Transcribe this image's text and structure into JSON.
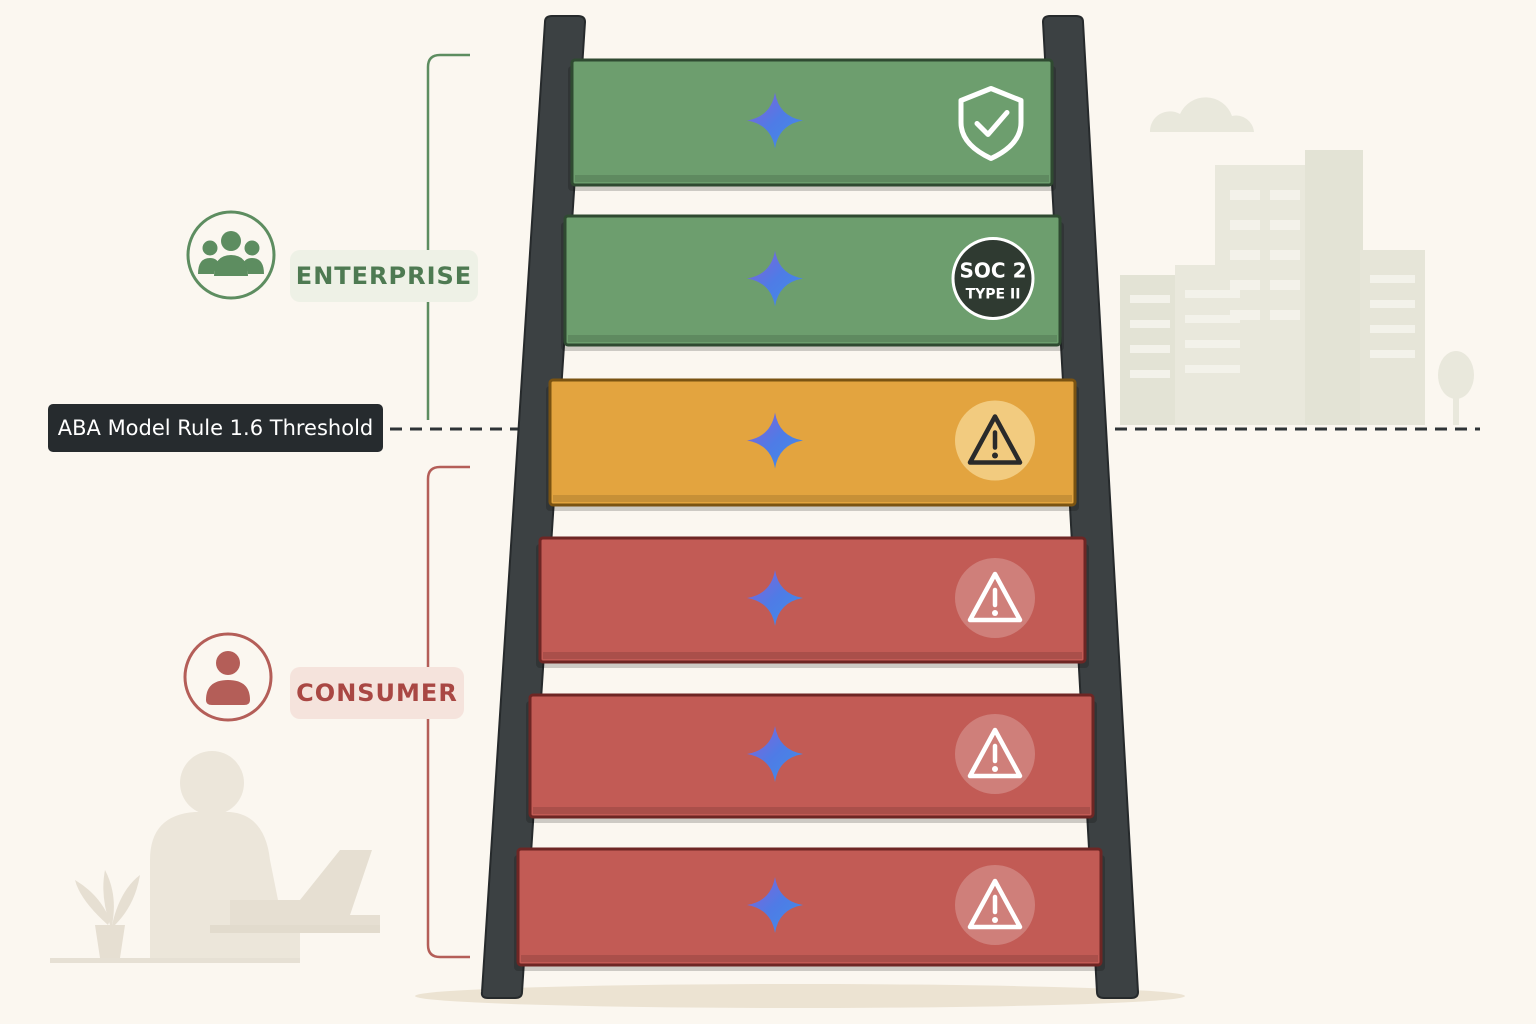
{
  "segments": {
    "enterprise_label": "ENTERPRISE",
    "consumer_label": "CONSUMER"
  },
  "threshold": {
    "label": "ABA Model Rule 1.6 Threshold"
  },
  "badges": {
    "soc_line1": "SOC 2",
    "soc_line2": "TYPE II"
  },
  "colors": {
    "enterprise": "#6d9e6e",
    "threshold": "#e3a43f",
    "consumer": "#c25b55",
    "rail": "#3c4143",
    "star": "#5a79e0"
  },
  "rungs": [
    {
      "tier": "enterprise",
      "icon": "shield-check-icon"
    },
    {
      "tier": "enterprise",
      "icon": "soc2-badge-icon"
    },
    {
      "tier": "threshold",
      "icon": "warning-icon"
    },
    {
      "tier": "consumer",
      "icon": "warning-icon"
    },
    {
      "tier": "consumer",
      "icon": "warning-icon"
    },
    {
      "tier": "consumer",
      "icon": "warning-icon"
    }
  ]
}
